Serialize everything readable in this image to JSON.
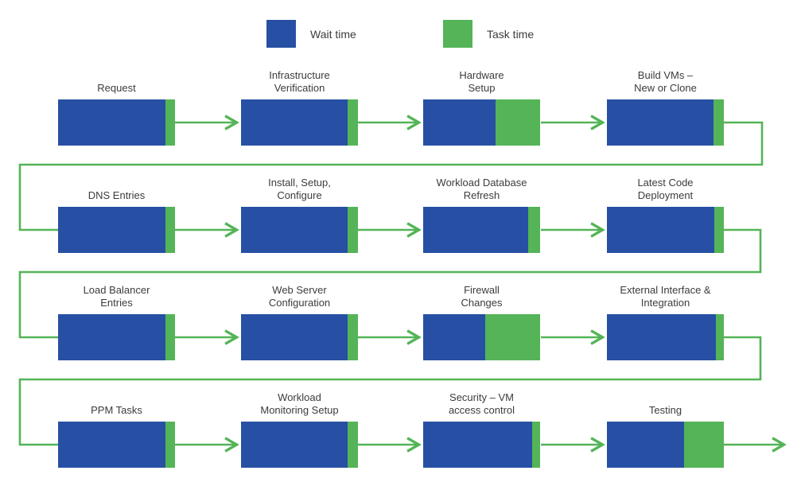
{
  "colors": {
    "wait": "#2750a4",
    "task": "#54b457",
    "label_text": "#3c3c3c"
  },
  "legend": {
    "wait_label": "Wait time",
    "task_label": "Task time"
  },
  "steps": [
    {
      "label": "Request",
      "wait_pct": 92,
      "task_pct": 8
    },
    {
      "label": "Infrastructure\nVerification",
      "wait_pct": 91,
      "task_pct": 9
    },
    {
      "label": "Hardware\nSetup",
      "wait_pct": 62,
      "task_pct": 38
    },
    {
      "label": "Build VMs –\nNew or Clone",
      "wait_pct": 91,
      "task_pct": 9
    },
    {
      "label": "DNS Entries",
      "wait_pct": 92,
      "task_pct": 8
    },
    {
      "label": "Install, Setup,\nConfigure",
      "wait_pct": 91,
      "task_pct": 9
    },
    {
      "label": "Workload Database\nRefresh",
      "wait_pct": 90,
      "task_pct": 10
    },
    {
      "label": "Latest Code\nDeployment",
      "wait_pct": 92,
      "task_pct": 8
    },
    {
      "label": "Load Balancer\nEntries",
      "wait_pct": 92,
      "task_pct": 8
    },
    {
      "label": "Web Server\nConfiguration",
      "wait_pct": 91,
      "task_pct": 9
    },
    {
      "label": "Firewall\nChanges",
      "wait_pct": 53,
      "task_pct": 47
    },
    {
      "label": "External Interface &\nIntegration",
      "wait_pct": 93,
      "task_pct": 7
    },
    {
      "label": "PPM Tasks",
      "wait_pct": 92,
      "task_pct": 8
    },
    {
      "label": "Workload\nMonitoring Setup",
      "wait_pct": 91,
      "task_pct": 9
    },
    {
      "label": "Security – VM\naccess control",
      "wait_pct": 93,
      "task_pct": 7
    },
    {
      "label": "Testing",
      "wait_pct": 66,
      "task_pct": 34
    }
  ]
}
